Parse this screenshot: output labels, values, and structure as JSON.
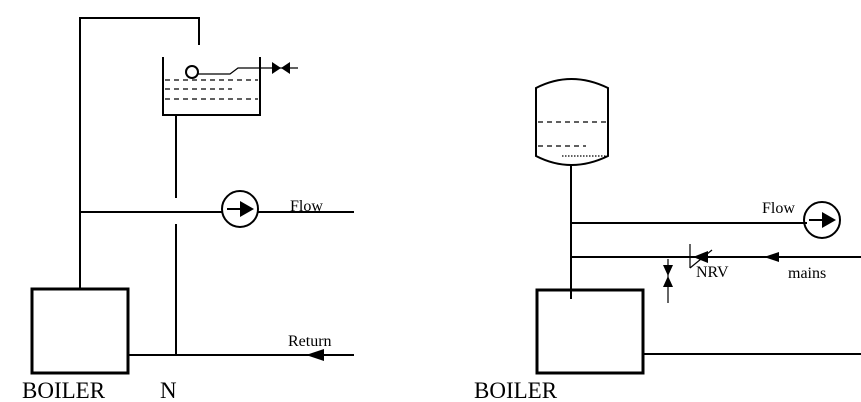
{
  "left_system": {
    "boiler_label": "BOILER",
    "neutral_point_label": "N",
    "flow_label": "Flow",
    "return_label": "Return"
  },
  "right_system": {
    "boiler_label": "BOILER",
    "flow_label": "Flow",
    "valve_label": "NRV",
    "mains_label": "mains"
  }
}
